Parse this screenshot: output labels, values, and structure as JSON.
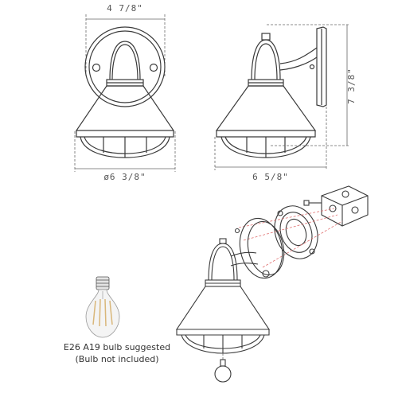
{
  "dimensions": {
    "front_top_width": "4 7/8\"",
    "front_shade_diameter": "ø6 3/8\"",
    "side_depth": "6 5/8\"",
    "side_height": "7 3/8\""
  },
  "bulb": {
    "line1": "E26 A19 bulb suggested",
    "line2": "(Bulb not included)"
  },
  "colors": {
    "line": "#3a3a3a",
    "dim_line": "#666666",
    "bulb_filament": "#d9b77a",
    "guide": "#e07070"
  }
}
